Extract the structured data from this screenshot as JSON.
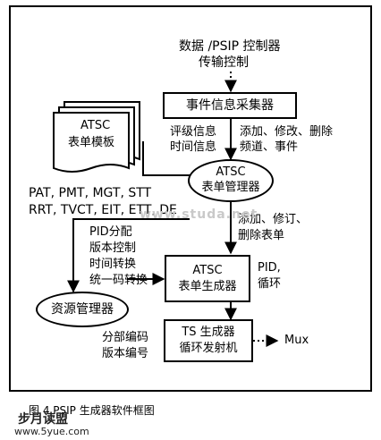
{
  "top_control": {
    "line1": "数据 /PSIP 控制器",
    "line2": "传输控制"
  },
  "event_collector": {
    "label": "事件信息采集器"
  },
  "left_rating": {
    "line1": "评级信息",
    "line2": "时间信息"
  },
  "right_edit": {
    "line1": "添加、修改、删除",
    "line2": "频道、事件"
  },
  "template": {
    "line1": "ATSC",
    "line2": "表单模板"
  },
  "manager": {
    "line1": "ATSC",
    "line2": "表单管理器"
  },
  "tables": {
    "line1": "PAT, PMT, MGT, STT",
    "line2": "RRT, TVCT, EIT, ETT, DE"
  },
  "mid_edit": {
    "line1": "添加、修订、",
    "line2": "删除表单"
  },
  "pid_list": {
    "line1": "PID分配",
    "line2": "版本控制",
    "line3": "时间转换",
    "line4": "统一码转换"
  },
  "generator": {
    "line1": "ATSC",
    "line2": "表单生成器"
  },
  "pid_loop": {
    "line1": "PID,",
    "line2": "循环"
  },
  "resource_mgr": {
    "label": "资源管理器"
  },
  "segment": {
    "line1": "分部编码",
    "line2": "版本编号"
  },
  "ts_gen": {
    "line1": "TS 生成器",
    "line2": "循环发射机"
  },
  "mux": {
    "label": "Mux"
  },
  "caption": {
    "label": "图 4 PSIP 生成器软件框图"
  },
  "watermark": {
    "label": "www.studa.net"
  },
  "brand": {
    "line1": "步月读盟",
    "line2": "www.5yue.com"
  }
}
